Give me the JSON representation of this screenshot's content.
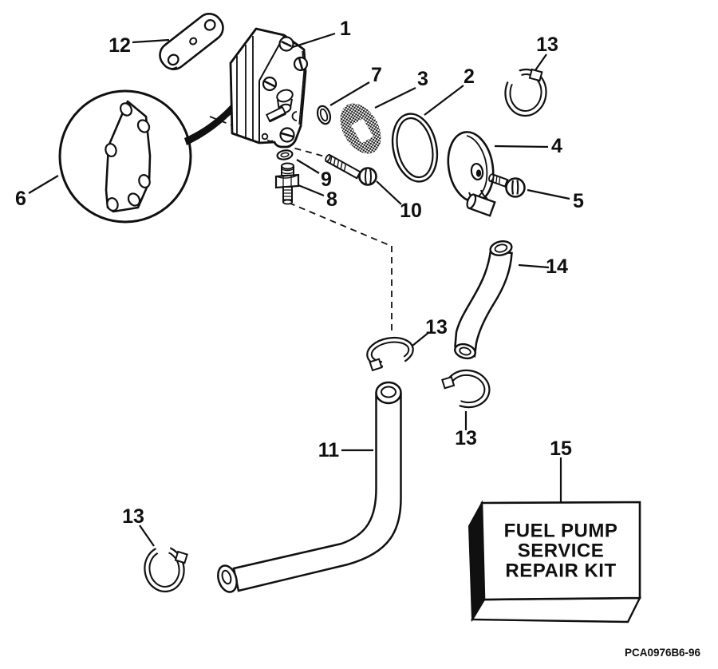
{
  "colors": {
    "ink": "#101010",
    "paper": "#ffffff"
  },
  "callouts": {
    "part12": "12",
    "part1": "1",
    "part7": "7",
    "part3": "3",
    "part2": "2",
    "part13_top_right": "13",
    "part4": "4",
    "part5": "5",
    "part9": "9",
    "part8": "8",
    "part10": "10",
    "part6": "6",
    "part13_mid_left": "13",
    "part14": "14",
    "part13_mid_right": "13",
    "part11": "11",
    "part13_bottom_left": "13",
    "part15": "15"
  },
  "kit_box": {
    "line1": "FUEL PUMP",
    "line2": "SERVICE",
    "line3": "REPAIR KIT"
  },
  "footer": {
    "code": "PCA0976B",
    "date": "6-96"
  }
}
